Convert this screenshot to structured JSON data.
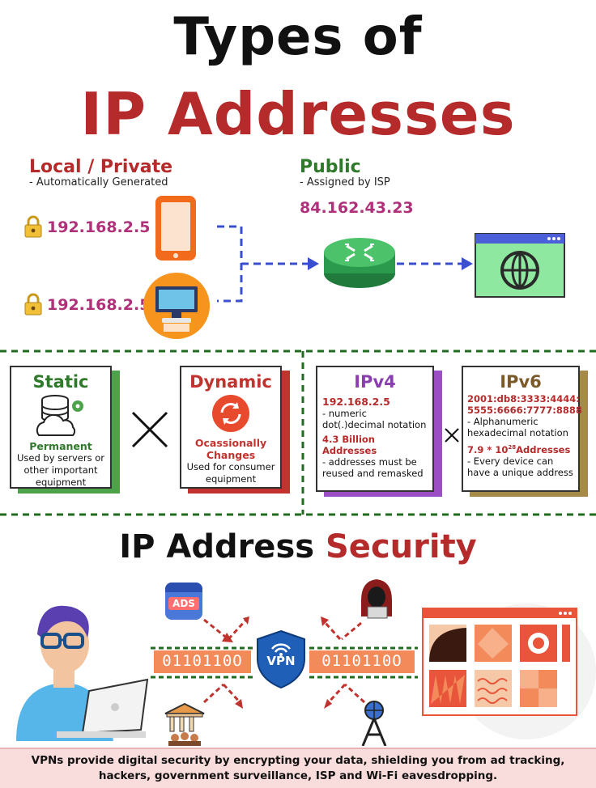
{
  "title": {
    "line1": "Types of",
    "line2": "IP Addresses"
  },
  "local": {
    "heading": "Local / Private",
    "subtitle": "- Automatically Generated",
    "ip1": "192.168.2.5",
    "ip2": "192.168.2.5"
  },
  "public": {
    "heading": "Public",
    "subtitle": "- Assigned by ISP",
    "ip": "84.162.43.23"
  },
  "static": {
    "title": "Static",
    "label": "Permanent",
    "desc1": "Used by servers or",
    "desc2": "other important",
    "desc3": "equipment"
  },
  "dynamic": {
    "title": "Dynamic",
    "label1": "Ocassionally",
    "label2": "Changes",
    "desc1": "Used for consumer",
    "desc2": "equipment"
  },
  "ipv4": {
    "title": "IPv4",
    "example": "192.168.2.5",
    "line1": "- numeric",
    "line2": "dot(.)decimal notation",
    "highlight": "4.3 Billion Addresses",
    "line3": "- addresses must be",
    "line4": "reused and remasked"
  },
  "ipv6": {
    "title": "IPv6",
    "example1": "2001:db8:3333:4444:",
    "example2": "5555:6666:7777:8888",
    "line1": "- Alphanumeric",
    "line2": "hexadecimal notation",
    "highlight_base": "7.9 * 10",
    "highlight_exp": "28",
    "highlight_tail": "Addresses",
    "line3": "- Every device can",
    "line4": "have a unique address"
  },
  "security": {
    "title_black": "IP Address",
    "title_red": "Security",
    "ads_label": "ADS",
    "vpn_label": "VPN",
    "binary_left": "0110110O",
    "binary_right": "0110110O"
  },
  "footer": {
    "line1": "VPNs provide digital security by encrypting your data, shielding you from ad tracking,",
    "line2": "hackers, government surveillance, ISP and Wi-Fi eavesdropping."
  },
  "colors": {
    "title_red": "#b52a2a",
    "static_green": "#2e7a2a",
    "dynamic_red": "#c0332e",
    "ipv_purple": "#8a3fb0",
    "ipv6_brown": "#7a5a2a",
    "ip_magenta": "#b0307a",
    "dashed_blue": "#3a4fd0",
    "dashed_green": "#1f6b1f"
  }
}
